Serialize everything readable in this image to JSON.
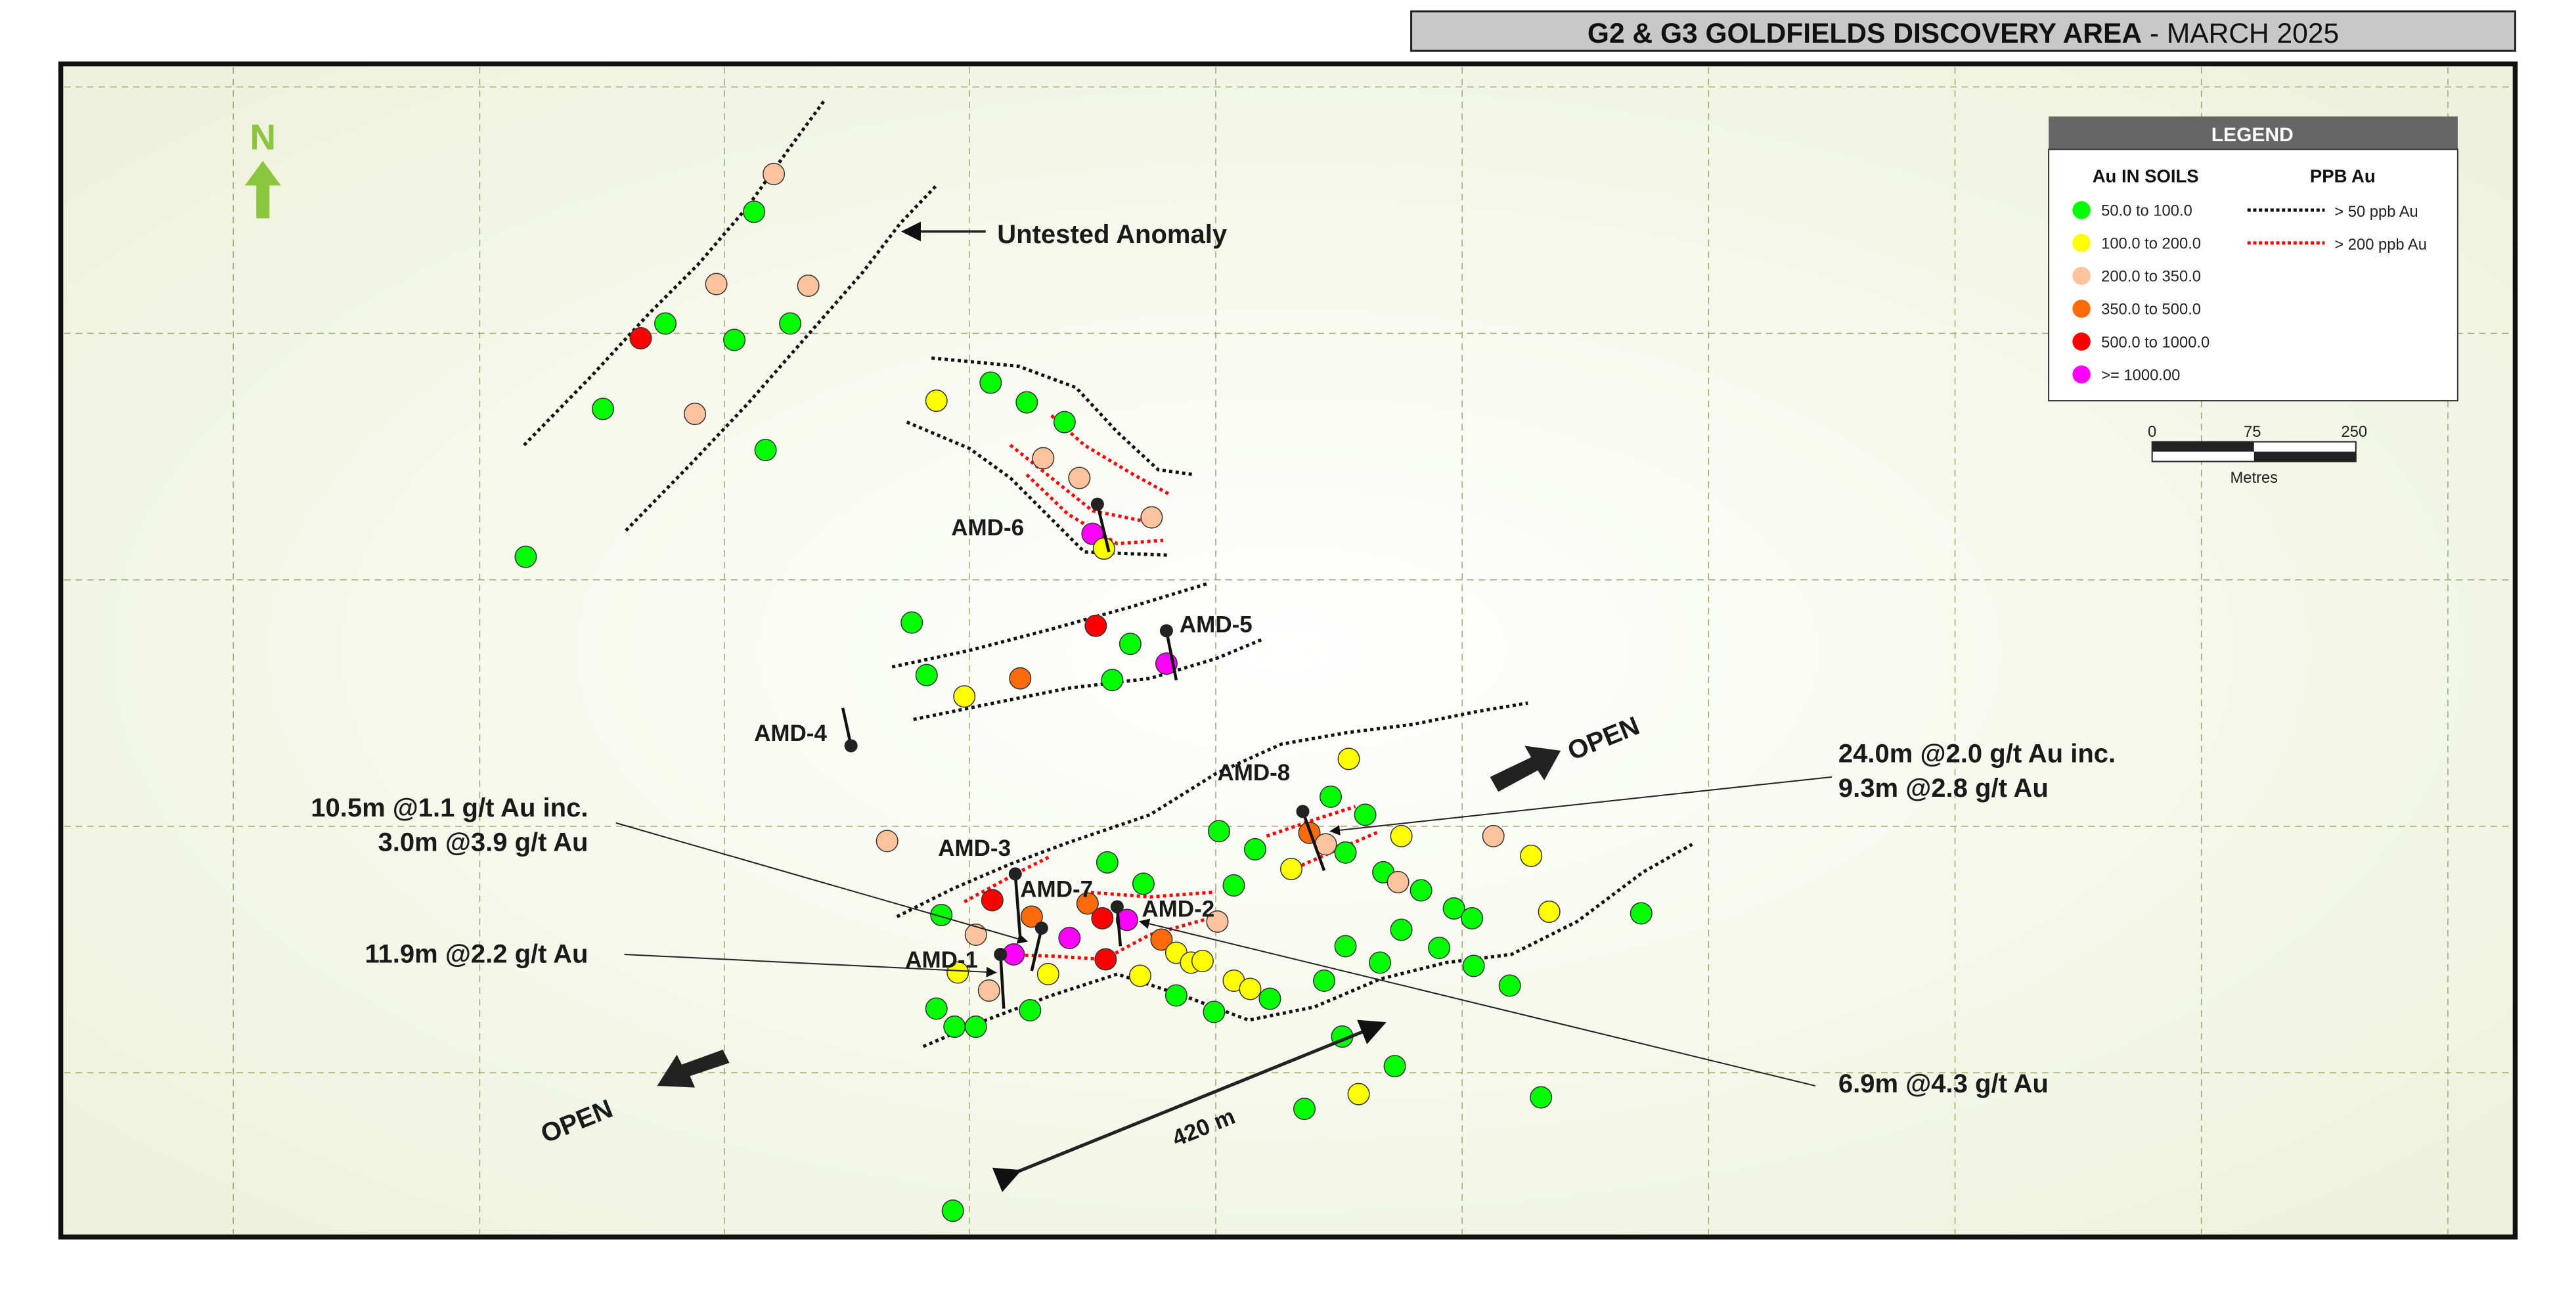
{
  "title": {
    "main": "G2 & G3 GOLDFIELDS DISCOVERY AREA",
    "date": " - MARCH 2025"
  },
  "north_label": "N",
  "legend": {
    "header": "LEGEND",
    "soils_title": "Au IN SOILS",
    "ppb_title": "PPB Au",
    "classes": [
      {
        "label": "50.0 to 100.0",
        "color": "#00ff00"
      },
      {
        "label": "100.0 to 200.0",
        "color": "#ffff00"
      },
      {
        "label": "200.0 to 350.0",
        "color": "#fcc39c"
      },
      {
        "label": "350.0 to 500.0",
        "color": "#ff6a0a"
      },
      {
        "label": "500.0 to 1000.0",
        "color": "#ff0000"
      },
      {
        "label": ">= 1000.00",
        "color": "#ff00ff"
      }
    ],
    "lines": [
      {
        "label": "> 50 ppb Au",
        "color": "#111111"
      },
      {
        "label": "> 200 ppb Au",
        "color": "#ff0000"
      }
    ]
  },
  "scale_bar": {
    "ticks": [
      "0",
      "75",
      "250"
    ],
    "unit": "Metres"
  },
  "annotations": {
    "untested": "Untested Anomaly",
    "open_ne": "OPEN",
    "open_sw": "OPEN",
    "distance": "420 m",
    "int_amd8_1": "24.0m @2.0 g/t Au inc.",
    "int_amd8_2": "9.3m @2.8 g/t Au",
    "int_amd3_1": "10.5m @1.1 g/t Au inc.",
    "int_amd3_2": "3.0m @3.9 g/t Au",
    "int_amd1": "11.9m @2.2 g/t Au",
    "int_amd2": "6.9m @4.3 g/t Au"
  },
  "drillholes": [
    "AMD-1",
    "AMD-2",
    "AMD-3",
    "AMD-4",
    "AMD-5",
    "AMD-6",
    "AMD-7",
    "AMD-8"
  ]
}
